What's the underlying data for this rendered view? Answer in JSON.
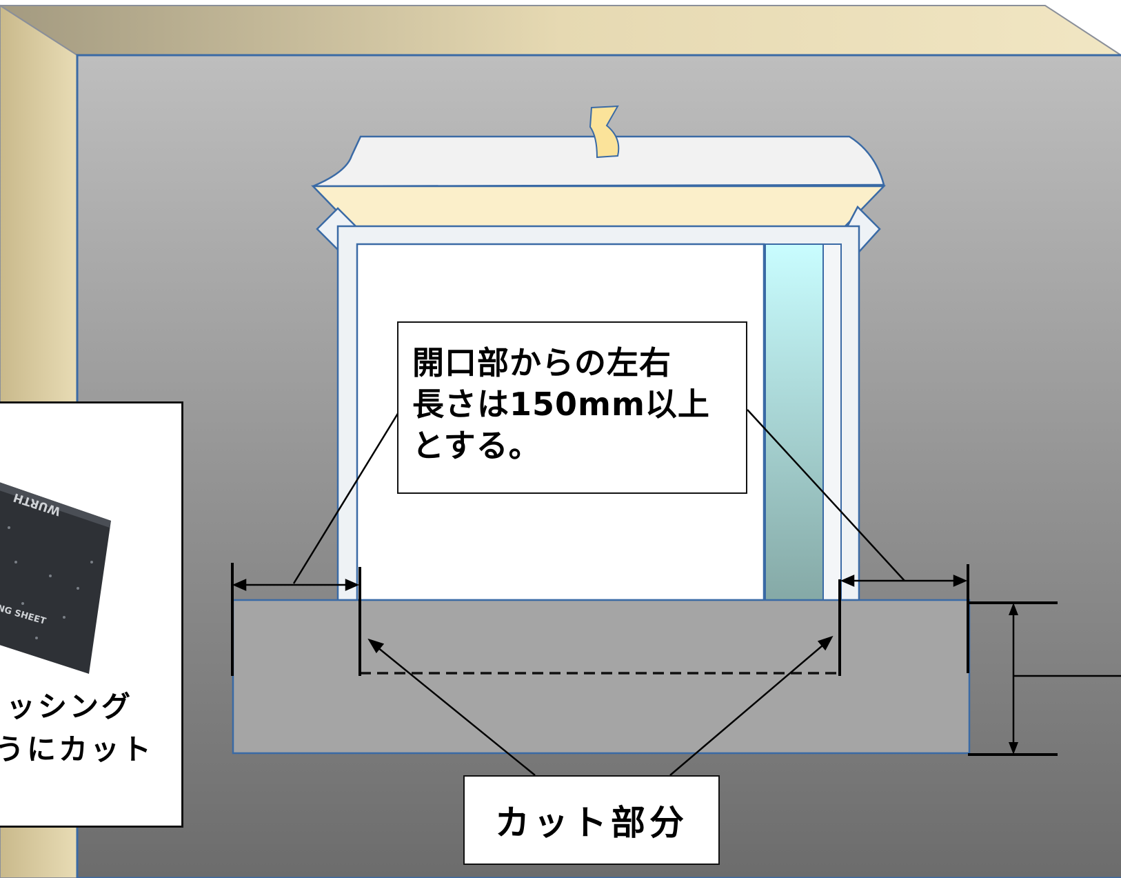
{
  "callouts": {
    "length_note": {
      "lines": [
        "開口部からの左右",
        "長さは150mm以上",
        "とする。"
      ]
    },
    "cut_label": "カット部分",
    "left_note_lines": [
      "ッシング",
      "うにカット"
    ]
  },
  "photo_texts": {
    "brand": "WURTH",
    "sheet": "NG SHEET"
  },
  "colors": {
    "wall_top": "#bdbdbd",
    "wall_bottom": "#6e6e6e",
    "frame_edge": "#e3d3a6",
    "tape_yellow": "#fbeec4",
    "glass_top": "#c7fcff",
    "glass_bottom": "#87aba9",
    "flashing_sheet": "#a4a4a4",
    "outline_blue": "#3a6aa5"
  }
}
